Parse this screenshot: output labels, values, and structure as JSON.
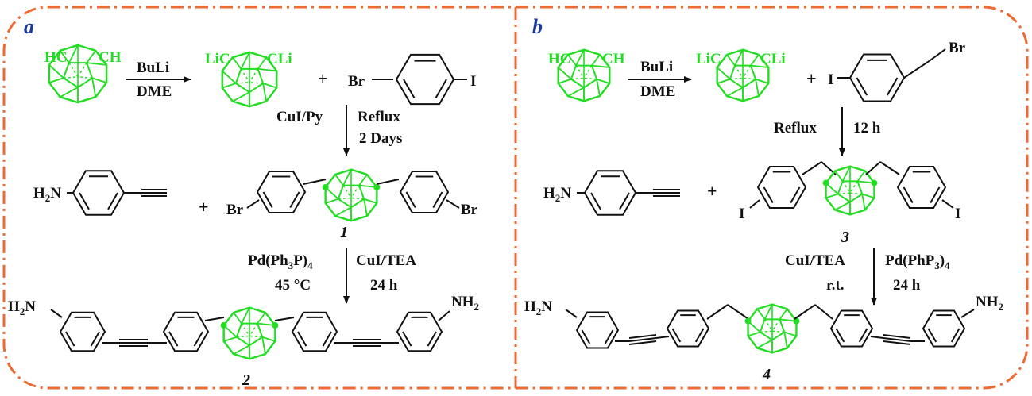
{
  "panels": {
    "a": {
      "letter": "a",
      "carborane_h": {
        "left": "HC",
        "right": "CH"
      },
      "step1": {
        "above": "BuLi",
        "below": "DME"
      },
      "carborane_li": {
        "left": "LiC",
        "right": "CLi"
      },
      "plus1": "+",
      "reagent1": {
        "left": "Br",
        "right": "I"
      },
      "step2": {
        "left": "CuI/Py",
        "right1": "Reflux",
        "right2": "2 Days"
      },
      "amine": {
        "group": "H",
        "sub": "2",
        "tail": "N"
      },
      "plus2": "+",
      "product1": {
        "left": "Br",
        "right": "Br",
        "number": "1"
      },
      "step3": {
        "left1_main": "Pd(Ph",
        "left1_sub": "3",
        "left1_mid": "P)",
        "left1_sub2": "4",
        "left2": "45 °C",
        "right1": "CuI/TEA",
        "right2": "24 h"
      },
      "product2": {
        "left_h": "H",
        "left_sub": "2",
        "left_n": "N",
        "right_n": "NH",
        "right_sub": "2",
        "number": "2"
      }
    },
    "b": {
      "letter": "b",
      "carborane_h": {
        "left": "HC",
        "right": "CH"
      },
      "step1": {
        "above": "BuLi",
        "below": "DME"
      },
      "carborane_li": {
        "left": "LiC",
        "right": "CLi"
      },
      "plus1": "+",
      "reagent1": {
        "left": "I",
        "right": "Br"
      },
      "step2": {
        "left": "Reflux",
        "right": "12 h"
      },
      "amine": {
        "group": "H",
        "sub": "2",
        "tail": "N"
      },
      "plus2": "+",
      "product3": {
        "left": "I",
        "right": "I",
        "number": "3"
      },
      "step3": {
        "left1": "CuI/TEA",
        "left2": "r.t.",
        "right1_main": "Pd(PhP",
        "right1_sub": "3",
        "right1_mid": ")",
        "right1_sub2": "4",
        "right2": "24 h"
      },
      "product4": {
        "left_h": "H",
        "left_sub": "2",
        "left_n": "N",
        "right_n": "NH",
        "right_sub": "2",
        "number": "4"
      }
    }
  },
  "colors": {
    "frame": "#ee6a33",
    "carborane": "#22dd22",
    "bond": "#111111",
    "panel_letter": "#1a3a9a"
  }
}
